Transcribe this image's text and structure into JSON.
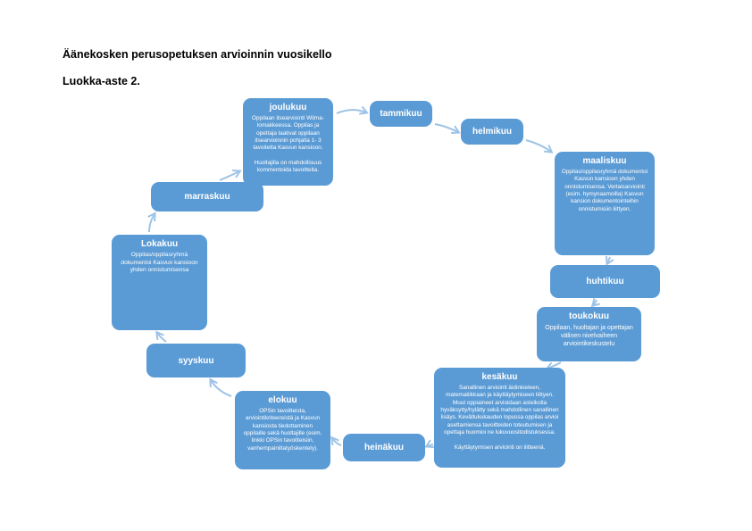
{
  "page": {
    "title": "Äänekosken perusopetuksen arvioinnin vuosikello",
    "subtitle": "Luokka-aste 2."
  },
  "colors": {
    "box_fill": "#5b9bd5",
    "box_text": "#ffffff",
    "arrow": "#9dc3e6",
    "background": "#ffffff"
  },
  "cycle_order": [
    "joulukuu",
    "tammikuu",
    "helmikuu",
    "maaliskuu",
    "huhtikuu",
    "toukokuu",
    "kesäkuu",
    "heinäkuu",
    "elokuu",
    "syyskuu",
    "Lokakuu",
    "marraskuu"
  ],
  "months": [
    {
      "label": "joulukuu",
      "description": "Oppilaan itsearviointi Wilma-lomakkeessa. Oppilas ja opettaja laativat oppilaan itsearvioinnin pohjalta 1- 3 tavoitetta Kasvun kansioon.\n\nHuoltajilla on mahdollisuus kommentoida tavoitteita."
    },
    {
      "label": "tammikuu",
      "description": ""
    },
    {
      "label": "helmikuu",
      "description": ""
    },
    {
      "label": "maaliskuu",
      "description": "Oppilas/oppilasryhmä dokumentoi Kasvun kansioon yhden onnistumisensa. Vertaisarviointi (esim. hymynaamoilla) Kasvun kansion dokumentointeihin onnistumisiin liittyen."
    },
    {
      "label": "huhtikuu",
      "description": ""
    },
    {
      "label": "toukokuu",
      "description": "Oppilaan, huoltajan ja opettajan välinen nivelvaiheen arviointikeskustelu"
    },
    {
      "label": "kesäkuu",
      "description": "Sanallinen arviointi äidinkieleen, matematiikkaan ja käyttäytymiseen liittyen. Muut oppiaineet arvioidaan asteikolla hyväksytty/hylätty sekä mahdollinen sanallinen lisäys. Kevätlukukauden lopussa oppilas arvioi asettamiensa tavoitteiden toteutumisen ja opettaja huomioi ne lukuvuositodistuksessa.\n\nKäyttäytymisen arviointi on liitteenä."
    },
    {
      "label": "heinäkuu",
      "description": ""
    },
    {
      "label": "elokuu",
      "description": "OPSin tavoitteista, arviointikriteereistä ja Kasvun kansiosta tiedottaminen oppilaille sekä huoltajille (esim. linkki OPSin tavoitteisiin, vanhempainiltatyöskentely)."
    },
    {
      "label": "syyskuu",
      "description": ""
    },
    {
      "label": "Lokakuu",
      "description": "Oppilas/oppilasryhmä dokumentoi Kasvun kansioon yhden onnistumisensa"
    },
    {
      "label": "marraskuu",
      "description": ""
    }
  ]
}
